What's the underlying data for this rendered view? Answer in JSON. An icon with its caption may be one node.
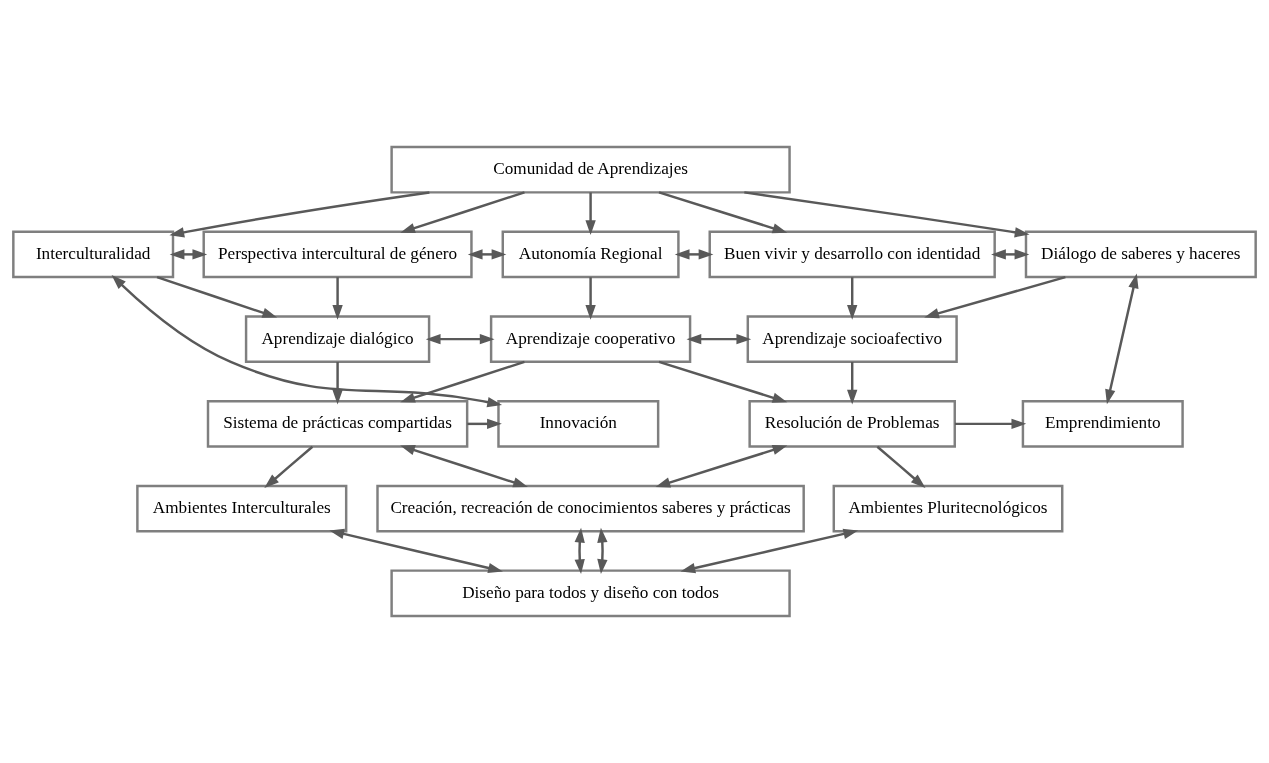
{
  "diagram": {
    "nodes": [
      {
        "text": [
          "Comunidad de Aprendizajes"
        ]
      },
      {
        "text": [
          "Interculturalidad"
        ]
      },
      {
        "text": [
          "Perspectiva intercultural de género"
        ]
      },
      {
        "text": [
          "Autonomía Regional"
        ]
      },
      {
        "text": [
          "Buen vivir y desarrollo con identidad"
        ]
      },
      {
        "text": [
          "Diálogo de saberes y haceres"
        ]
      },
      {
        "text": [
          "Aprendizaje dialógico"
        ]
      },
      {
        "text": [
          "Aprendizaje cooperativo"
        ]
      },
      {
        "text": [
          "Aprendizaje socioafectivo"
        ]
      },
      {
        "text": [
          "Innovación"
        ]
      },
      {
        "text": [
          "Sistema de prácticas compartidas"
        ]
      },
      {
        "text": [
          "Resolución de Problemas"
        ]
      },
      {
        "text": [
          "Emprendimiento"
        ]
      },
      {
        "text": [
          "Ambientes Interculturales"
        ]
      },
      {
        "text": [
          "Creación, recreación de conocimientos saberes y prácticas"
        ]
      },
      {
        "text": [
          "Ambientes Pluritecnológicos"
        ]
      },
      {
        "text": [
          "Diseño para todos y diseño con todos"
        ]
      }
    ],
    "edges": [
      {
        "from": 0,
        "to": 1,
        "arrow": "to"
      },
      {
        "from": 0,
        "to": 2,
        "arrow": "to"
      },
      {
        "from": 0,
        "to": 3,
        "arrow": "to"
      },
      {
        "from": 0,
        "to": 4,
        "arrow": "to"
      },
      {
        "from": 0,
        "to": 5,
        "arrow": "to"
      },
      {
        "from": 1,
        "to": 2,
        "arrow": "both"
      },
      {
        "from": 2,
        "to": 3,
        "arrow": "both"
      },
      {
        "from": 3,
        "to": 4,
        "arrow": "both"
      },
      {
        "from": 4,
        "to": 5,
        "arrow": "both"
      },
      {
        "from": 2,
        "to": 6,
        "arrow": "to"
      },
      {
        "from": 3,
        "to": 7,
        "arrow": "to"
      },
      {
        "from": 4,
        "to": 8,
        "arrow": "to"
      },
      {
        "from": 1,
        "to": 9,
        "arrow": "both"
      },
      {
        "from": 1,
        "to": 6,
        "arrow": "to"
      },
      {
        "from": 5,
        "to": 12,
        "arrow": "both"
      },
      {
        "from": 5,
        "to": 8,
        "arrow": "to"
      },
      {
        "from": 6,
        "to": 7,
        "arrow": "both"
      },
      {
        "from": 7,
        "to": 8,
        "arrow": "both"
      },
      {
        "from": 6,
        "to": 10,
        "arrow": "to"
      },
      {
        "from": 8,
        "to": 11,
        "arrow": "to"
      },
      {
        "from": 7,
        "to": 10,
        "arrow": "to"
      },
      {
        "from": 7,
        "to": 11,
        "arrow": "to"
      },
      {
        "from": 10,
        "to": 9,
        "arrow": "to"
      },
      {
        "from": 10,
        "to": 13,
        "arrow": "to"
      },
      {
        "from": 11,
        "to": 12,
        "arrow": "to"
      },
      {
        "from": 11,
        "to": 15,
        "arrow": "to"
      },
      {
        "from": 10,
        "to": 14,
        "arrow": "both"
      },
      {
        "from": 11,
        "to": 14,
        "arrow": "both"
      },
      {
        "from": 14,
        "to": 16,
        "arrow": "both"
      },
      {
        "from": 14,
        "to": 16,
        "arrow": "both"
      },
      {
        "from": 13,
        "to": 16,
        "arrow": "both"
      },
      {
        "from": 15,
        "to": 16,
        "arrow": "both"
      }
    ]
  }
}
